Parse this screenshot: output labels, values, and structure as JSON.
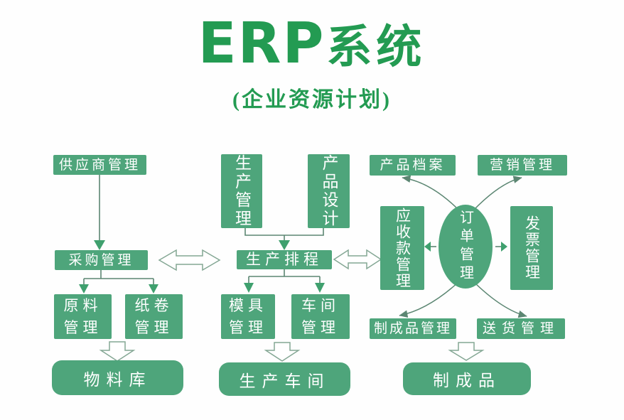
{
  "title": {
    "erp": "ERP",
    "cjk": "系统"
  },
  "subtitle": "(企业资源计划)",
  "colors": {
    "box_green": "#4ea57b",
    "title_green": "#239b52",
    "line": "#5b8672",
    "arrow_green": "#3fa06e",
    "hollow_stroke": "#84a794"
  },
  "nodes": {
    "supplier": "供应商管理",
    "production": "生产管理",
    "design": "产品设计",
    "archive": "产品档案",
    "marketing": "营销管理",
    "purchasing": "采购管理",
    "scheduling": "生产排程",
    "receivables": "应收款管理",
    "order": "订单管理",
    "invoice": "发票管理",
    "raw_material": "原料管理",
    "paper_roll": "纸卷管理",
    "mold": "模具管理",
    "workshop": "车间管理",
    "finished_mgmt": "制成品管理",
    "delivery": "送货管理",
    "material_store": "物料库",
    "production_floor": "生产车间",
    "finished_goods": "制成品"
  }
}
